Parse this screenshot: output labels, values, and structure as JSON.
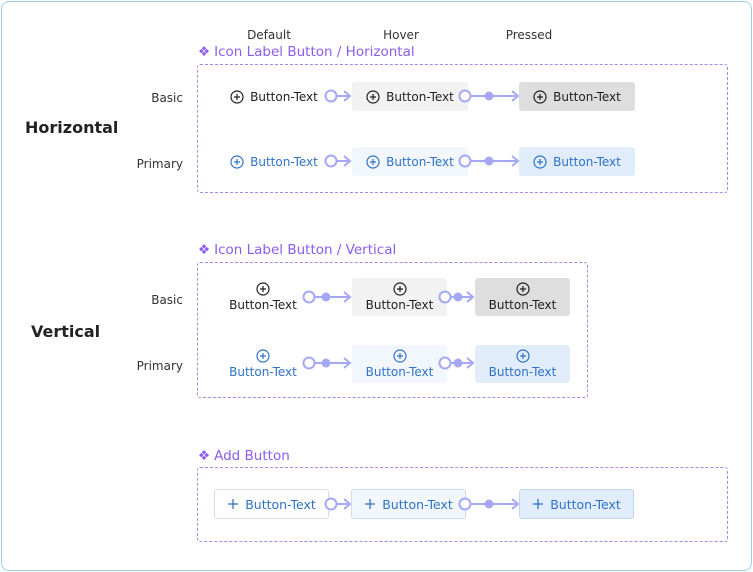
{
  "columns": [
    "Default",
    "Hover",
    "Pressed"
  ],
  "sections": {
    "horizontal": {
      "title": "Horizontal",
      "component_title": "Icon Label Button / Horizontal",
      "rows": [
        {
          "label": "Basic",
          "button_label": "Button-Text"
        },
        {
          "label": "Primary",
          "button_label": "Button-Text"
        }
      ]
    },
    "vertical": {
      "title": "Vertical",
      "component_title": "Icon Label Button / Vertical",
      "rows": [
        {
          "label": "Basic",
          "button_label": "Button-Text"
        },
        {
          "label": "Primary",
          "button_label": "Button-Text"
        }
      ]
    },
    "add": {
      "component_title": "Add Button",
      "button_label": "Button-Text"
    }
  },
  "colors": {
    "accent_purple": "#8c5cf0",
    "dashed_border": "#a987e6",
    "arrow": "#a5a9f5",
    "primary_text": "#2f72c9",
    "basic_text": "#1f1f1f"
  },
  "icons": {
    "component": "diamond-four-icon",
    "button": "plus-circle-icon",
    "add": "plus-icon",
    "transition": "state-arrow-icon"
  }
}
